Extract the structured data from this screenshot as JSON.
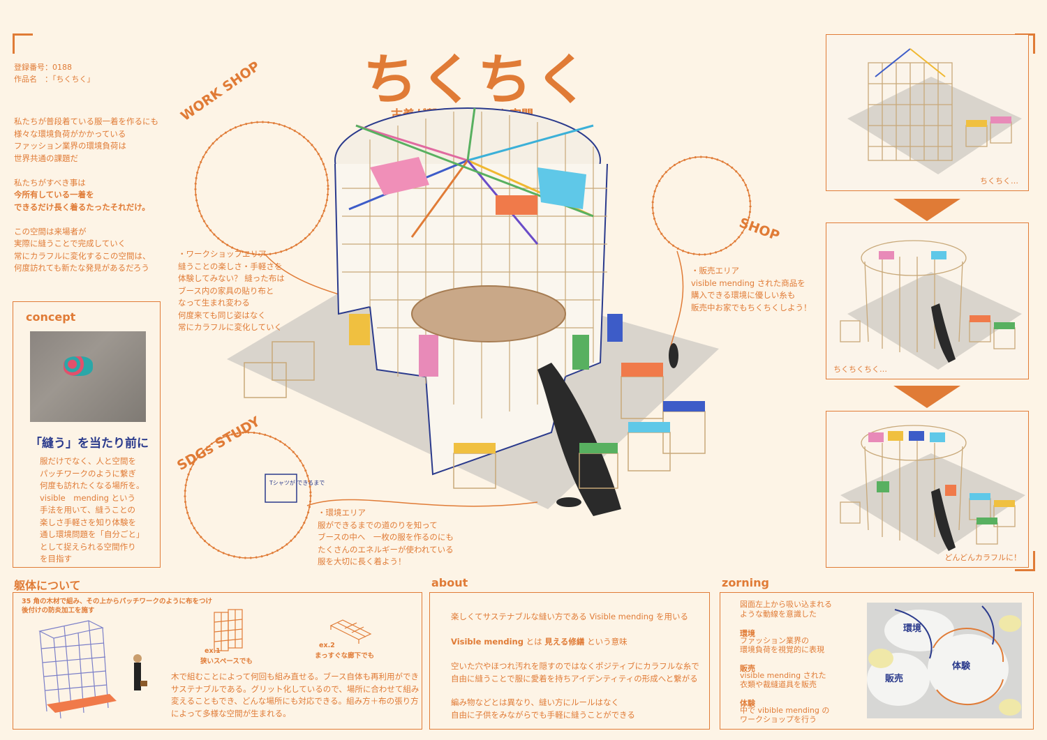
{
  "header": {
    "reg_no": "登録番号：0188",
    "work_name": "作品名　：「ちくちく」",
    "title": "ちくちく",
    "subtitle": "古着が繋ぐ　パッチな空間"
  },
  "intro": {
    "lines": [
      "私たちが普段着ている服一着を作るにも",
      "様々な環境負荷がかかっている",
      "ファッション業界の環境負荷は",
      "世界共通の課題だ",
      "",
      "私たちがすべき事は",
      "今所有している一着を",
      "できるだけ長く着るたったそれだけ。",
      "",
      "この空間は来場者が",
      "実際に縫うことで完成していく",
      "常にカラフルに変化するこの空間は、",
      "何度訪れても新たな発見があるだろう"
    ]
  },
  "concept": {
    "heading": "concept",
    "catch": "「縫う」を当たり前に",
    "lines": [
      "服だけでなく、人と空間を",
      "パッチワークのように繋ぎ",
      "何度も訪れたくなる場所を。",
      "visible　mending という",
      "手法を用いて、縫うことの",
      "楽しさ手軽さを知り体験を",
      "通し環境問題を「自分ごと」",
      "として捉えられる空間作り",
      "を目指す"
    ]
  },
  "labels": {
    "workshop": "WORK SHOP",
    "shop": "SHOP",
    "sdgs": "SDGs STUDY",
    "tshirt_sign": "Tシャツが できるまで"
  },
  "workshop_note": [
    "・ワークショップエリア",
    "縫うことの楽しさ・手軽さを",
    "体験してみない？ 縫った布は",
    "ブース内の家具の貼り布と",
    "なって生まれ変わる",
    "何度来ても同じ姿はなく",
    "常にカラフルに変化していく"
  ],
  "shop_note": [
    "・販売エリア",
    "visible mending された商品を",
    "購入できる環境に優しい糸も",
    "販売中お家でもちくちくしよう！"
  ],
  "env_note": [
    "・環境エリア",
    "服ができるまでの道のりを知って",
    "ブースの中へ　一枚の服を作るのにも",
    "たくさんのエネルギーが使われている",
    "服を大切に長く着よう！"
  ],
  "stages": [
    "ちくちく…",
    "ちくちくちく…",
    "どんどんカラフルに！"
  ],
  "structure": {
    "heading": "躯体について",
    "caption_lines": [
      "35 角の木材で組み、その上からパッチワークのように布をつけ",
      "後付けの防炎加工を施す"
    ],
    "ex1_title": "ex.1",
    "ex1_desc": "狭いスペースでも",
    "ex2_title": "ex.2",
    "ex2_desc": "まっすぐな廊下でも",
    "body_lines": [
      "木で組むことによって何回も組み直せる。ブース自体も再利用ができ",
      "サステナブルである。グリット化しているので、場所に合わせて組み",
      "変えることもでき、どんな場所にも対応できる。組み方＋布の張り方",
      "によって多様な空間が生まれる。"
    ]
  },
  "about": {
    "heading": "about",
    "p1": "楽しくてサステナブルな縫い方である Visible mending を用いる",
    "p2a": "Visible mending",
    "p2b": " とは ",
    "p2c": "見える修繕",
    "p2d": " という意味",
    "p3_lines": [
      "空いた穴やほつれ汚れを隠すのではなくポジティブにカラフルな糸で",
      "自由に縫うことで服に愛着を持ちアイデンティティの形成へと繋がる"
    ],
    "p4_lines": [
      "編み物などとは異なり、縫い方にルールはなく",
      "自由に子供をみながらでも手軽に縫うことができる"
    ]
  },
  "zoning": {
    "heading": "zorning",
    "intro_lines": [
      "図面左上から吸い込まれる",
      "ような動線を意識した"
    ],
    "env_title": "環境",
    "env_lines": [
      "ファッション業界の",
      "環境負荷を視覚的に表現"
    ],
    "sale_title": "販売",
    "sale_lines": [
      "visible mending された",
      "衣類や裁縫道具を販売"
    ],
    "exp_title": "体験",
    "exp_lines": [
      "中で vibible mending の",
      "ワークショップを行う"
    ],
    "map_env": "環境",
    "map_sale": "販売",
    "map_exp": "体験"
  },
  "colors": {
    "accent": "#e07b36",
    "navy": "#2a3a8c",
    "paper": "#fdf4e6"
  }
}
